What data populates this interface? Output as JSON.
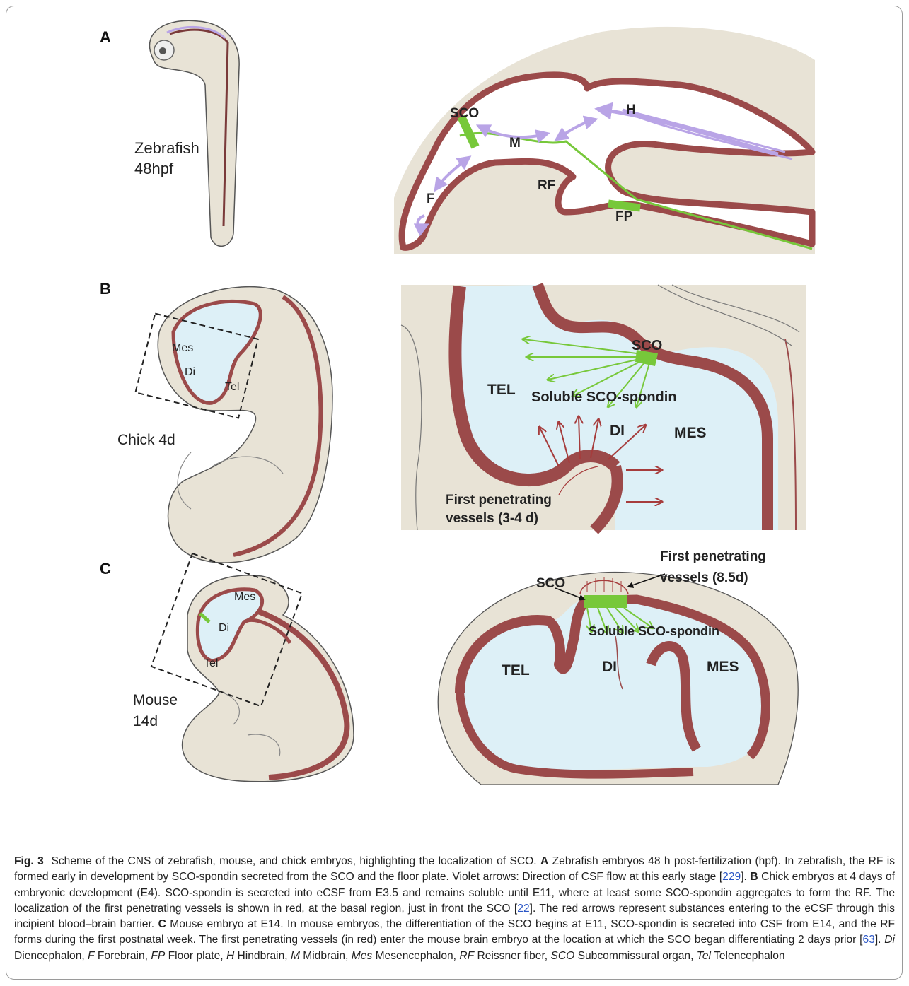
{
  "panels": {
    "A": {
      "letter": "A",
      "organism": "Zebrafish",
      "stage": "48hpf",
      "labels": {
        "sco": "SCO",
        "h": "H",
        "m": "M",
        "f": "F",
        "rf": "RF",
        "fp": "FP"
      }
    },
    "B": {
      "letter": "B",
      "organism": "Chick 4d",
      "small_labels": {
        "mes": "Mes",
        "di": "Di",
        "tel": "Tel"
      },
      "labels": {
        "sco": "SCO",
        "tel": "TEL",
        "soluble": "Soluble SCO-spondin",
        "di": "DI",
        "mes": "MES",
        "vessels_line1": "First penetrating",
        "vessels_line2": "vessels (3-4 d)"
      }
    },
    "C": {
      "letter": "C",
      "organism_line1": "Mouse",
      "organism_line2": "14d",
      "small_labels": {
        "mes": "Mes",
        "di": "Di",
        "tel": "Tel"
      },
      "labels": {
        "vessels_line1": "First penetrating",
        "vessels_line2": "vessels (8.5d)",
        "sco": "SCO",
        "soluble": "Soluble SCO-spondin",
        "tel": "TEL",
        "di": "DI",
        "mes": "MES"
      }
    }
  },
  "caption": {
    "fig": "Fig. 3",
    "t1": "Scheme of the CNS of zebrafish, mouse, and chick embryos, highlighting the localization of SCO. ",
    "a": "A",
    "t2": " Zebrafish embryos 48 h post-fertilization (hpf). In zebrafish, the RF is formed early in development by SCO-spondin secreted from the SCO and the floor plate. Violet arrows: Direction of CSF flow at this early stage [",
    "r1": "229",
    "t3": "]. ",
    "b": "B",
    "t4": " Chick embryos at 4 days of embryonic development (E4). SCO-spondin is secreted into eCSF from E3.5 and remains soluble until E11, where at least some SCO-spondin aggregates to form the RF. The localization of the first penetrating vessels is shown in red, at the basal region, just in front the SCO [",
    "r2": "22",
    "t5": "]. The red arrows represent substances entering to the eCSF through this incipient blood–brain barrier. ",
    "c": "C",
    "t6": " Mouse embryo at E14. In mouse embryos, the differentiation of the SCO begins at E11, SCO-spondin is secreted into CSF from E14, and the RF forms during the first postnatal week. The first penetrating vessels (in red) enter the mouse brain embryo at the location at which the SCO began differentiating 2 days prior [",
    "r3": "63",
    "t7": "]. ",
    "di": "Di",
    "t8": " Diencephalon, ",
    "f": "F",
    "t9": " Forebrain, ",
    "fp": "FP",
    "t10": " Floor plate, ",
    "h": "H",
    "t11": " Hindbrain, ",
    "m": "M",
    "t12": " Midbrain, ",
    "mes": "Mes",
    "t13": " Mesencephalon, ",
    "rf": "RF",
    "t14": " Reissner fiber, ",
    "sco": "SCO",
    "t15": " Subcommissural organ, ",
    "tel": "Tel",
    "t16": " Telencephalon"
  },
  "colors": {
    "wall": "#9b4a4a",
    "tissue": "#e8e3d6",
    "csf": "#ddf0f7",
    "sco": "#77c83a",
    "violet": "#b9a4e6",
    "vessel": "#a63c3c"
  }
}
